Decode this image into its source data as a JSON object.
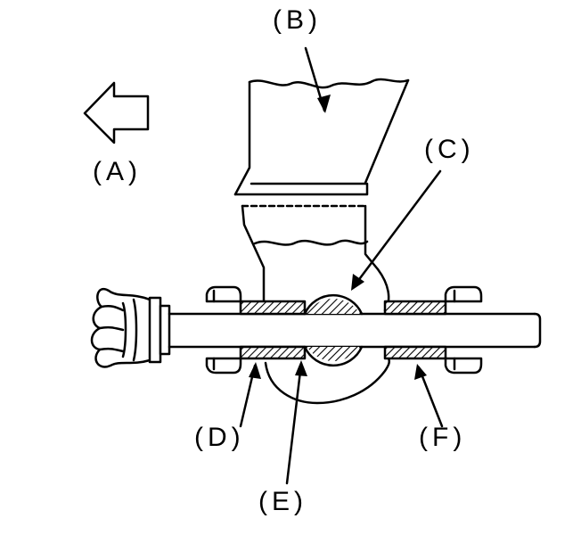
{
  "diagram": {
    "labels": {
      "a": "(A)",
      "b": "(B)",
      "c": "(C)",
      "d": "(D)",
      "e": "(E)",
      "f": "(F)"
    },
    "colors": {
      "line": "#000000",
      "background": "#ffffff"
    }
  }
}
